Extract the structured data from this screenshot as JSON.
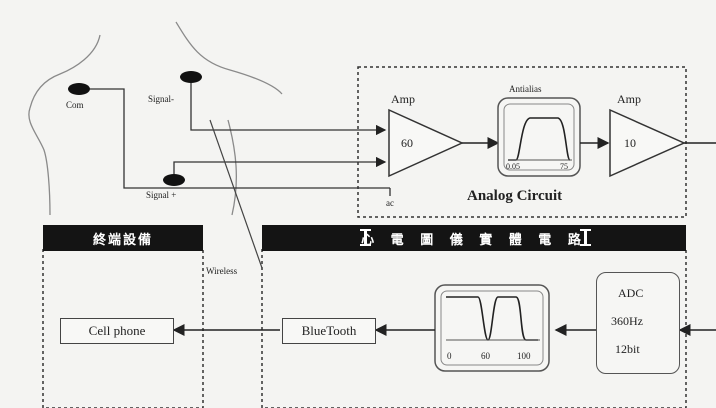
{
  "electrodes": {
    "com": "Com",
    "signal_minus": "Signal-",
    "signal_plus": "Signal +"
  },
  "analog": {
    "amp1_title": "Amp",
    "amp1_gain": "60",
    "antialias_title": "Antialias",
    "antialias_low": "0.05",
    "antialias_high": "75",
    "amp2_title": "Amp",
    "amp2_gain": "10",
    "footer": "Analog Circuit",
    "ref_label": "ac"
  },
  "bars": {
    "left": "終端設備",
    "right": "心 電 圖 儀 實 體 電 路"
  },
  "wireless": "Wireless",
  "cell_phone": "Cell phone",
  "bluetooth": "BlueTooth",
  "notch": {
    "tick0": "0",
    "tick1": "60",
    "tick2": "100"
  },
  "adc": {
    "line1": "ADC",
    "line2": "360Hz",
    "line3": "12bit"
  }
}
